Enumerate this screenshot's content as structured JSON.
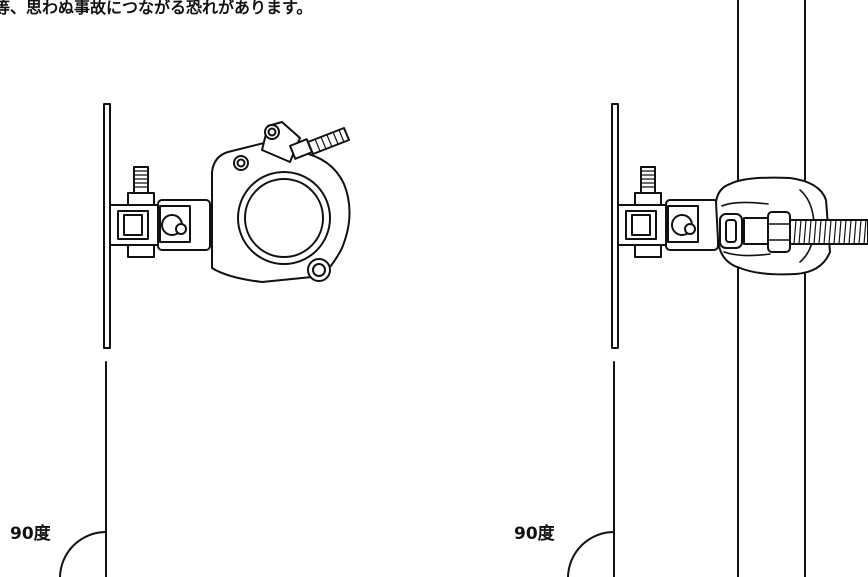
{
  "caption": "等、思わぬ事故につながる恐れがあります。",
  "figure_left": {
    "angle_label": "90度"
  },
  "figure_right": {
    "angle_label": "90度"
  }
}
